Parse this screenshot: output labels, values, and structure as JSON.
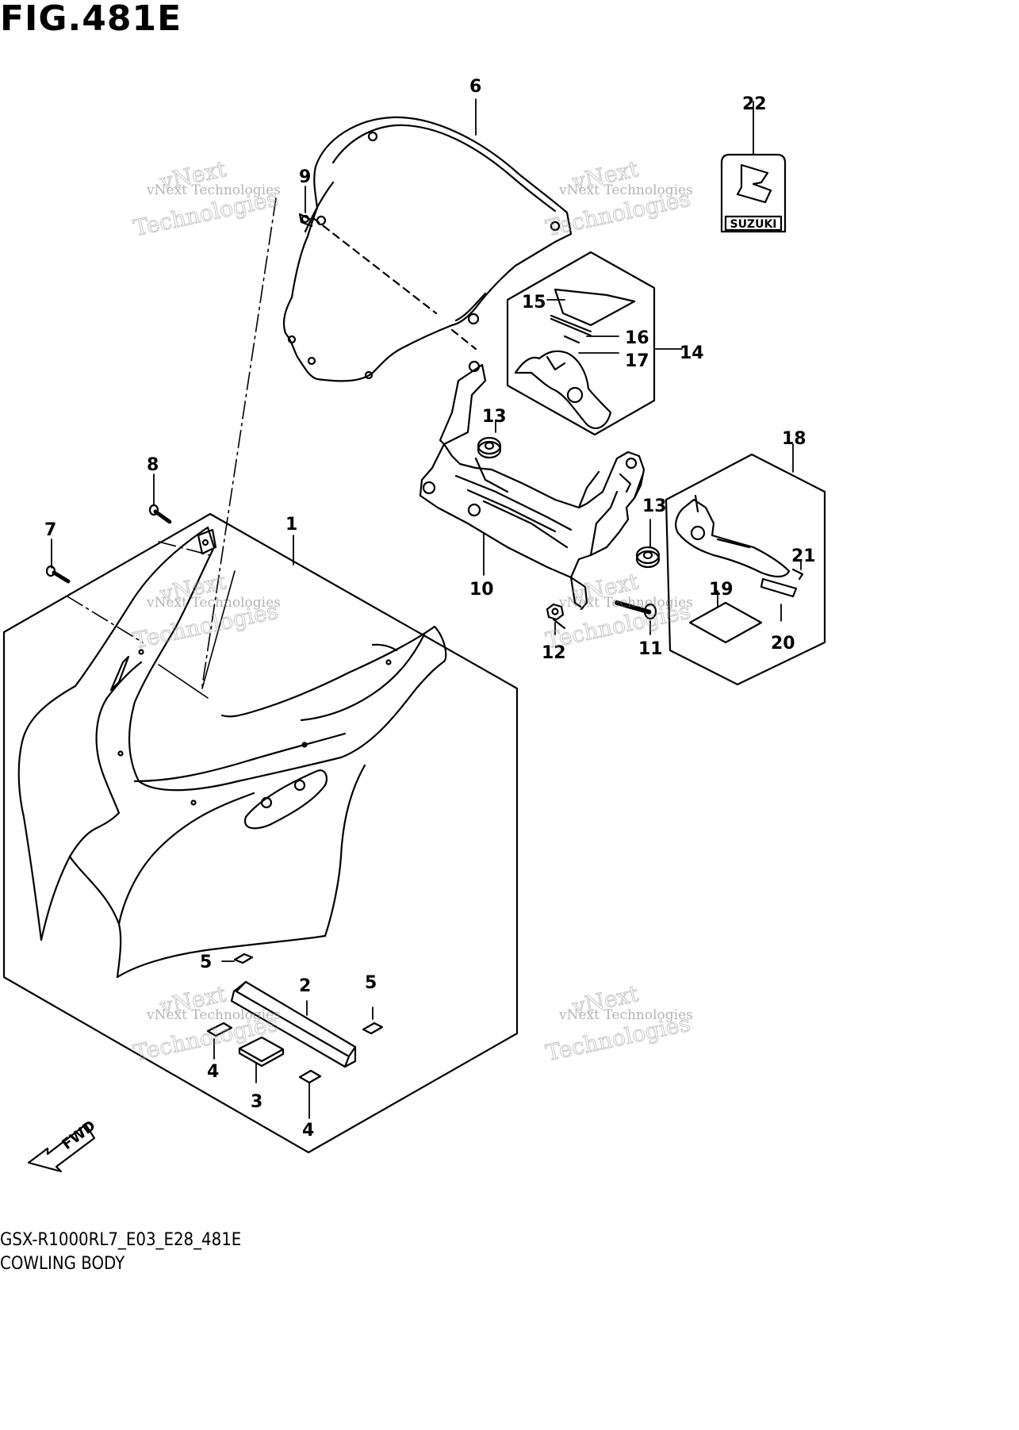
{
  "figure": {
    "title": "FIG.481E",
    "code": "GSX-R1000RL7_E03_E28_481E",
    "name": "COWLING BODY"
  },
  "callouts": [
    {
      "id": "c1",
      "label": "1"
    },
    {
      "id": "c2",
      "label": "2"
    },
    {
      "id": "c3",
      "label": "3"
    },
    {
      "id": "c4a",
      "label": "4"
    },
    {
      "id": "c4b",
      "label": "4"
    },
    {
      "id": "c5a",
      "label": "5"
    },
    {
      "id": "c5b",
      "label": "5"
    },
    {
      "id": "c6",
      "label": "6"
    },
    {
      "id": "c7",
      "label": "7"
    },
    {
      "id": "c8",
      "label": "8"
    },
    {
      "id": "c9",
      "label": "9"
    },
    {
      "id": "c10",
      "label": "10"
    },
    {
      "id": "c11",
      "label": "11"
    },
    {
      "id": "c12",
      "label": "12"
    },
    {
      "id": "c13a",
      "label": "13"
    },
    {
      "id": "c13b",
      "label": "13"
    },
    {
      "id": "c14",
      "label": "14"
    },
    {
      "id": "c15",
      "label": "15"
    },
    {
      "id": "c16",
      "label": "16"
    },
    {
      "id": "c17",
      "label": "17"
    },
    {
      "id": "c18",
      "label": "18"
    },
    {
      "id": "c19",
      "label": "19"
    },
    {
      "id": "c20",
      "label": "20"
    },
    {
      "id": "c21",
      "label": "21"
    },
    {
      "id": "c22",
      "label": "22"
    }
  ],
  "emblem_text": "SUZUKI",
  "fwd_label": "FWD",
  "watermark": {
    "line1": "vNext Technologies",
    "line2": "vNext",
    "line3": "Technologies"
  }
}
